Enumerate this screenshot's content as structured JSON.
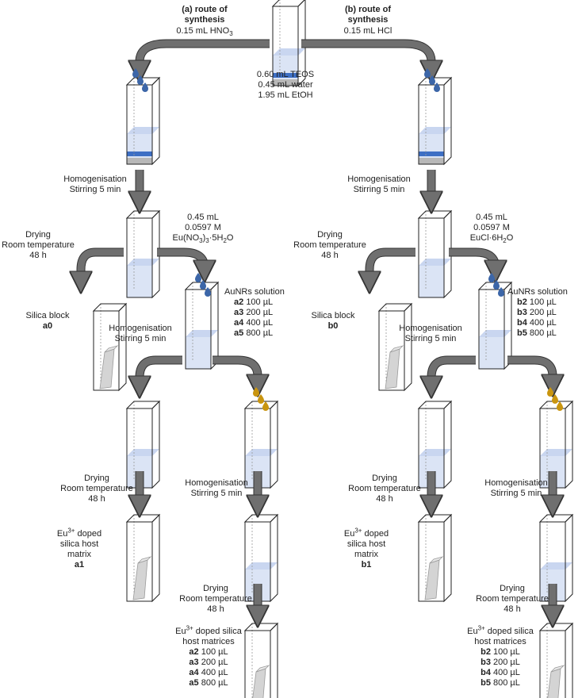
{
  "route_a": {
    "title_1": "(a) route of",
    "title_2": "synthesis",
    "acid_pre": "0.15 mL HNO",
    "acid_sub": "3"
  },
  "route_b": {
    "title_1": "(b) route of",
    "title_2": "synthesis",
    "acid": "0.15 mL HCl"
  },
  "reagents": [
    "0.60 mL TEOS",
    "0.45 mL water",
    "1.95 mL EtOH"
  ],
  "homog_1": "Homogenisation",
  "homog_2": "Stirring 5 min",
  "drying_1": "Drying",
  "drying_2": "Room temperature",
  "drying_3": "48 h",
  "eu_a": {
    "v1": "0.45 mL",
    "v2": "0.0597 M",
    "f_pre": "Eu(NO",
    "f_sub1": "3",
    "f_mid": ")",
    "f_sub2": "3",
    "f_post": "·5H",
    "f_sub3": "2",
    "f_end": "O"
  },
  "eu_b": {
    "v1": "0.45 mL",
    "v2": "0.0597 M",
    "f_pre": "EuCl·6H",
    "f_sub": "2",
    "f_end": "O"
  },
  "aunrs_title": "AuNRs solution",
  "vols": [
    "100 µL",
    "200 µL",
    "400 µL",
    "800 µL"
  ],
  "a_codes": [
    "a2",
    "a3",
    "a4",
    "a5"
  ],
  "b_codes": [
    "b2",
    "b3",
    "b4",
    "b5"
  ],
  "silica_block": "Silica block",
  "code_a0": "a0",
  "code_b0": "b0",
  "eu_word": "Eu",
  "eu_sup": "3+",
  "doped_1": " doped",
  "doped_2": "silica host",
  "doped_3": "matrix",
  "code_a1": "a1",
  "code_b1": "b1",
  "doped_m1": " doped silica",
  "doped_m2": "host matrices",
  "colors": {
    "liquid": "#dbe4f5",
    "blue_band": "#3d6fc4",
    "grey_base": "#b8b8b8",
    "arrow": "#6f6f6f",
    "drop_blue": "#3c66a8",
    "drop_gold": "#c9950f"
  }
}
